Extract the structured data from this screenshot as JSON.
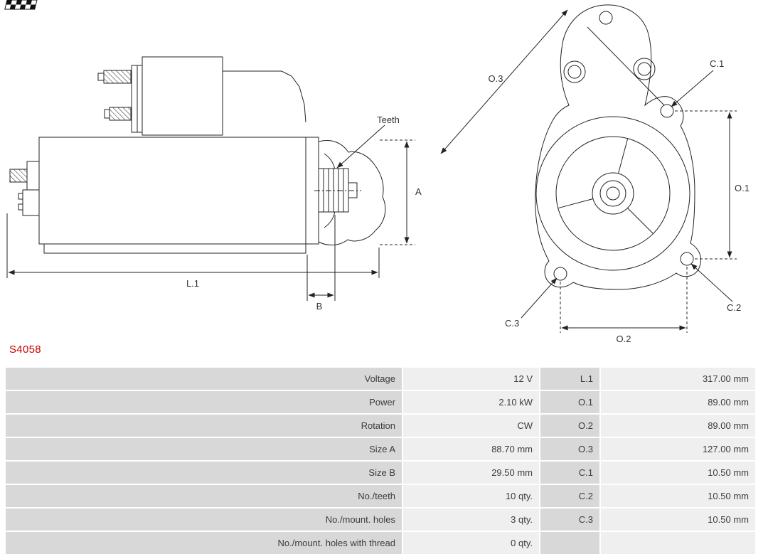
{
  "part_number": "S4058",
  "colors": {
    "part_number_red": "#cc0000",
    "label_cell_gray": "#d8d8d8",
    "value_cell_gray": "#efefef",
    "line_color": "#222222"
  },
  "diagram": {
    "side_view": {
      "teeth_label": "Teeth",
      "dim_a": "A",
      "dim_l1": "L.1",
      "dim_b": "B"
    },
    "front_view": {
      "dim_o3": "O.3",
      "dim_c1": "C.1",
      "dim_o1": "O.1",
      "dim_c3": "C.3",
      "dim_c2": "C.2",
      "dim_o2": "O.2"
    }
  },
  "specs": {
    "rows": [
      {
        "label": "Voltage",
        "value": "12 V",
        "label2": "L.1",
        "value2": "317.00 mm"
      },
      {
        "label": "Power",
        "value": "2.10 kW",
        "label2": "O.1",
        "value2": "89.00 mm"
      },
      {
        "label": "Rotation",
        "value": "CW",
        "label2": "O.2",
        "value2": "89.00 mm"
      },
      {
        "label": "Size A",
        "value": "88.70 mm",
        "label2": "O.3",
        "value2": "127.00 mm"
      },
      {
        "label": "Size B",
        "value": "29.50 mm",
        "label2": "C.1",
        "value2": "10.50 mm"
      },
      {
        "label": "No./teeth",
        "value": "10 qty.",
        "label2": "C.2",
        "value2": "10.50 mm"
      },
      {
        "label": "No./mount. holes",
        "value": "3 qty.",
        "label2": "C.3",
        "value2": "10.50 mm"
      },
      {
        "label": "No./mount. holes with thread",
        "value": "0 qty.",
        "label2": "",
        "value2": ""
      }
    ]
  }
}
